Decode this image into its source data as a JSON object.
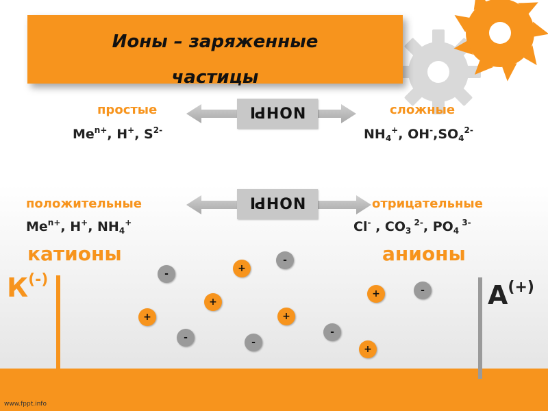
{
  "title": {
    "line1": "Ионы – заряженные",
    "line2": "частицы"
  },
  "center_box_label": "ИОНЫ",
  "row1": {
    "left_label": "простые",
    "left_formula": {
      "a": "Me",
      "a_sup": "n+",
      "b": ", H",
      "b_sup": "+",
      "c": ", S",
      "c_sup": "2-"
    },
    "right_label": "сложные",
    "right_formula": {
      "a": "NH",
      "a_sub": "4",
      "a_sup": "+",
      "b": ", OH",
      "b_sup": "-",
      "c": ",SO",
      "c_sub": "4",
      "c_sup": "2-"
    }
  },
  "row2": {
    "left_label": "положительные",
    "left_formula": {
      "a": "Me",
      "a_sup": "n+",
      "b": ", H",
      "b_sup": "+",
      "c": ", NH",
      "c_sub": "4",
      "c_sup": "+"
    },
    "right_label": "отрицательные",
    "right_formula": {
      "a": "Cl",
      "a_sup": "-",
      "b": " , CO",
      "b_sub": "3",
      "b_sup": " 2-",
      "c": ", PO",
      "c_sub": "4",
      "c_sup": " 3-"
    }
  },
  "cations_label": "катионы",
  "anions_label": "анионы",
  "cathode": {
    "letter": "К",
    "charge": "(-)"
  },
  "anode": {
    "letter": "А",
    "charge": "(+)"
  },
  "ion_symbols": {
    "positive": "+",
    "negative": "-"
  },
  "footer": "www.fppt.info",
  "colors": {
    "accent": "#f7941d",
    "gray": "#9a9a9a",
    "box": "#c8c8c8"
  }
}
